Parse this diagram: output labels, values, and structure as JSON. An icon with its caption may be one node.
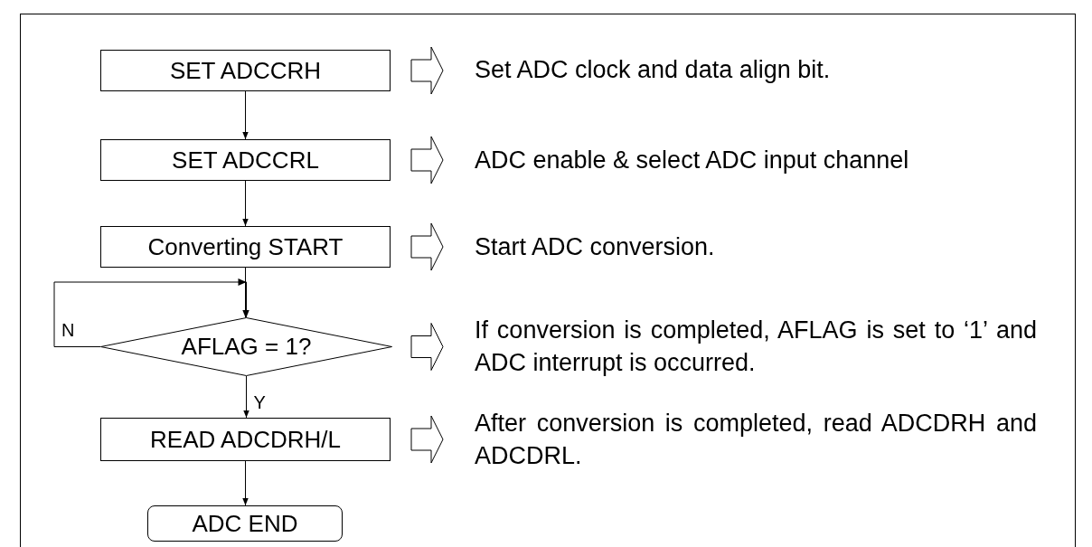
{
  "diagram": {
    "nodes": [
      {
        "text": [
          "SET ADCCRH"
        ]
      },
      {
        "text": [
          "SET ADCCRL"
        ]
      },
      {
        "text": [
          "Converting START"
        ]
      },
      {
        "text": [
          "AFLAG = 1?"
        ]
      },
      {
        "text": [
          "READ ADCDRH/L"
        ]
      },
      {
        "text": [
          "ADC END"
        ]
      },
      {
        "text": [
          "Set ADC clock and data align bit."
        ]
      },
      {
        "text": [
          "ADC enable & select ADC input channel"
        ]
      },
      {
        "text": [
          "Start ADC conversion."
        ]
      },
      {
        "text": [
          "If conversion is completed, AFLAG is set to ‘1’ and ADC interrupt is occurred."
        ]
      },
      {
        "text": [
          "After conversion is completed, read ADCDRH and ADCDRL."
        ]
      }
    ],
    "edges": [
      {
        "from": 0,
        "to": 1,
        "arrow": "to"
      },
      {
        "from": 1,
        "to": 2,
        "arrow": "to"
      },
      {
        "from": 2,
        "to": 3,
        "arrow": "to"
      },
      {
        "from": 3,
        "to": 3,
        "arrow": "to",
        "label": "N"
      },
      {
        "from": 3,
        "to": 4,
        "arrow": "to",
        "label": "Y"
      },
      {
        "from": 4,
        "to": 5,
        "arrow": "to"
      },
      {
        "from": 0,
        "to": 6,
        "arrow": "to"
      },
      {
        "from": 1,
        "to": 7,
        "arrow": "to"
      },
      {
        "from": 2,
        "to": 8,
        "arrow": "to"
      },
      {
        "from": 3,
        "to": 9,
        "arrow": "to"
      },
      {
        "from": 4,
        "to": 10,
        "arrow": "to"
      }
    ]
  }
}
